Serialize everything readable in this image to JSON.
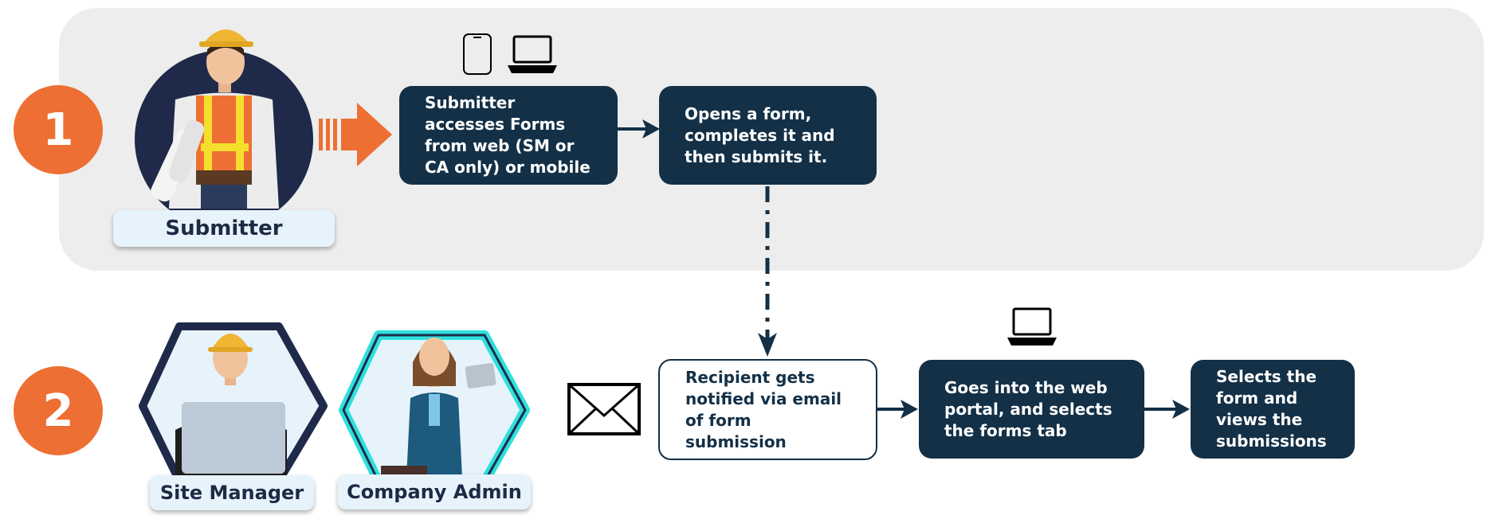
{
  "colors": {
    "accent": "#ee6f33",
    "navy": "#133047",
    "band": "#ededed",
    "cyan": "#2de0dc"
  },
  "row1": {
    "step": "1",
    "role_label": "Submitter",
    "icons": [
      "phone-icon",
      "laptop-icon"
    ],
    "box_access": "Submitter\naccesses Forms\nfrom web (SM or\nCA only) or mobile",
    "box_open": "Opens a form,\ncompletes it and\nthen submits it."
  },
  "row2": {
    "step": "2",
    "roles": [
      "Site Manager",
      "Company Admin"
    ],
    "icons": [
      "envelope-icon",
      "laptop-icon"
    ],
    "box_notify": "Recipient gets\nnotified via email\nof form\nsubmission",
    "box_portal": "Goes into the web\nportal, and selects\nthe forms tab",
    "box_select": "Selects the\nform and\nviews the\nsubmissions"
  }
}
